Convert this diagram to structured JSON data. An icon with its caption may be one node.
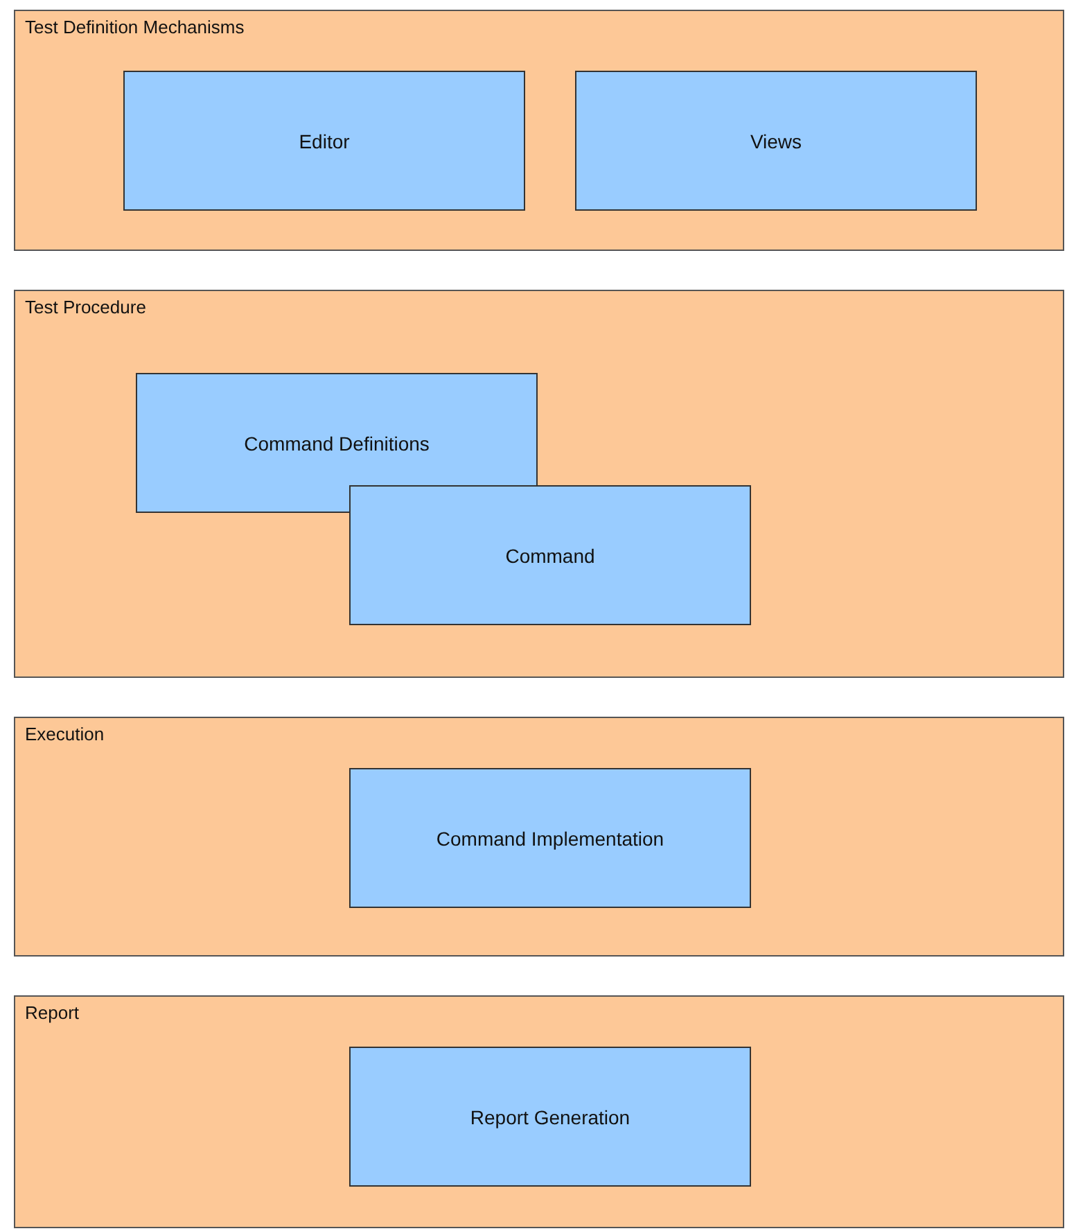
{
  "diagram": {
    "nodes": [
      {
        "text": [
          "Test Definition Mechanisms"
        ]
      },
      {
        "text": [
          "Editor"
        ],
        "in": 0
      },
      {
        "text": [
          "Views"
        ],
        "in": 0
      },
      {
        "text": [
          "Test Procedure"
        ]
      },
      {
        "text": [
          "Command Definitions"
        ],
        "in": 3
      },
      {
        "text": [
          "Command"
        ],
        "in": 3
      },
      {
        "text": [
          "Execution"
        ]
      },
      {
        "text": [
          "Command Implementation"
        ],
        "in": 6
      },
      {
        "text": [
          "Report"
        ]
      },
      {
        "text": [
          "Report Generation"
        ],
        "in": 8
      }
    ]
  }
}
